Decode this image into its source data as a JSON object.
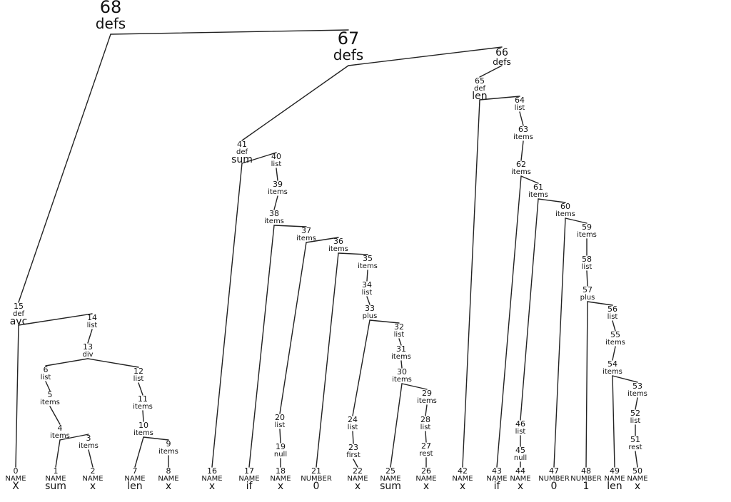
{
  "nodes": [
    {
      "id": "68",
      "kind": "defs"
    },
    {
      "id": "67",
      "kind": "defs"
    },
    {
      "id": "66",
      "kind": "defs"
    },
    {
      "id": "15",
      "kind": "def",
      "value": "avc"
    },
    {
      "id": "14",
      "kind": "list"
    },
    {
      "id": "13",
      "kind": "div"
    },
    {
      "id": "6",
      "kind": "list"
    },
    {
      "id": "5",
      "kind": "items"
    },
    {
      "id": "4",
      "kind": "items"
    },
    {
      "id": "3",
      "kind": "items"
    },
    {
      "id": "12",
      "kind": "list"
    },
    {
      "id": "11",
      "kind": "items"
    },
    {
      "id": "10",
      "kind": "items"
    },
    {
      "id": "9",
      "kind": "items"
    },
    {
      "id": "0",
      "kind": "NAME",
      "value": "X"
    },
    {
      "id": "1",
      "kind": "NAME",
      "value": "sum"
    },
    {
      "id": "2",
      "kind": "NAME",
      "value": "x"
    },
    {
      "id": "7",
      "kind": "NAME",
      "value": "len"
    },
    {
      "id": "8",
      "kind": "NAME",
      "value": "x"
    },
    {
      "id": "41",
      "kind": "def",
      "value": "sum"
    },
    {
      "id": "40",
      "kind": "list"
    },
    {
      "id": "39",
      "kind": "items"
    },
    {
      "id": "38",
      "kind": "items"
    },
    {
      "id": "37",
      "kind": "items"
    },
    {
      "id": "36",
      "kind": "items"
    },
    {
      "id": "35",
      "kind": "items"
    },
    {
      "id": "34",
      "kind": "list"
    },
    {
      "id": "33",
      "kind": "plus"
    },
    {
      "id": "32",
      "kind": "list"
    },
    {
      "id": "31",
      "kind": "items"
    },
    {
      "id": "30",
      "kind": "items"
    },
    {
      "id": "29",
      "kind": "items"
    },
    {
      "id": "28",
      "kind": "list"
    },
    {
      "id": "27",
      "kind": "rest"
    },
    {
      "id": "20",
      "kind": "list"
    },
    {
      "id": "19",
      "kind": "null"
    },
    {
      "id": "24",
      "kind": "list"
    },
    {
      "id": "23",
      "kind": "first"
    },
    {
      "id": "16",
      "kind": "NAME",
      "value": "x"
    },
    {
      "id": "17",
      "kind": "NAME",
      "value": "if"
    },
    {
      "id": "18",
      "kind": "NAME",
      "value": "x"
    },
    {
      "id": "21",
      "kind": "NUMBER",
      "value": "0"
    },
    {
      "id": "22",
      "kind": "NAME",
      "value": "x"
    },
    {
      "id": "25",
      "kind": "NAME",
      "value": "sum"
    },
    {
      "id": "26",
      "kind": "NAME",
      "value": "x"
    },
    {
      "id": "65",
      "kind": "def",
      "value": "len"
    },
    {
      "id": "64",
      "kind": "list"
    },
    {
      "id": "63",
      "kind": "items"
    },
    {
      "id": "62",
      "kind": "items"
    },
    {
      "id": "61",
      "kind": "items"
    },
    {
      "id": "60",
      "kind": "items"
    },
    {
      "id": "59",
      "kind": "items"
    },
    {
      "id": "58",
      "kind": "list"
    },
    {
      "id": "57",
      "kind": "plus"
    },
    {
      "id": "56",
      "kind": "list"
    },
    {
      "id": "55",
      "kind": "items"
    },
    {
      "id": "54",
      "kind": "items"
    },
    {
      "id": "53",
      "kind": "items"
    },
    {
      "id": "52",
      "kind": "list"
    },
    {
      "id": "51",
      "kind": "rest"
    },
    {
      "id": "46",
      "kind": "list"
    },
    {
      "id": "45",
      "kind": "null"
    },
    {
      "id": "42",
      "kind": "NAME",
      "value": "x"
    },
    {
      "id": "43",
      "kind": "NAME",
      "value": "if"
    },
    {
      "id": "44",
      "kind": "NAME",
      "value": "x"
    },
    {
      "id": "47",
      "kind": "NUMBER",
      "value": "0"
    },
    {
      "id": "48",
      "kind": "NUMBER",
      "value": "1"
    },
    {
      "id": "49",
      "kind": "NAME",
      "value": "len"
    },
    {
      "id": "50",
      "kind": "NAME",
      "value": "x"
    }
  ],
  "edges": [
    [
      "68",
      "15"
    ],
    [
      "68",
      "67"
    ],
    [
      "67",
      "41"
    ],
    [
      "67",
      "66"
    ],
    [
      "66",
      "65"
    ],
    [
      "15",
      "0"
    ],
    [
      "15",
      "14"
    ],
    [
      "14",
      "13"
    ],
    [
      "13",
      "6"
    ],
    [
      "13",
      "12"
    ],
    [
      "6",
      "5"
    ],
    [
      "5",
      "4"
    ],
    [
      "4",
      "1"
    ],
    [
      "4",
      "3"
    ],
    [
      "3",
      "2"
    ],
    [
      "12",
      "11"
    ],
    [
      "11",
      "10"
    ],
    [
      "10",
      "7"
    ],
    [
      "10",
      "9"
    ],
    [
      "9",
      "8"
    ],
    [
      "41",
      "16"
    ],
    [
      "41",
      "40"
    ],
    [
      "40",
      "39"
    ],
    [
      "39",
      "38"
    ],
    [
      "38",
      "17"
    ],
    [
      "38",
      "37"
    ],
    [
      "37",
      "20"
    ],
    [
      "37",
      "36"
    ],
    [
      "20",
      "19"
    ],
    [
      "19",
      "18"
    ],
    [
      "36",
      "21"
    ],
    [
      "36",
      "35"
    ],
    [
      "35",
      "34"
    ],
    [
      "34",
      "33"
    ],
    [
      "33",
      "24"
    ],
    [
      "33",
      "32"
    ],
    [
      "24",
      "23"
    ],
    [
      "23",
      "22"
    ],
    [
      "32",
      "31"
    ],
    [
      "31",
      "30"
    ],
    [
      "30",
      "25"
    ],
    [
      "30",
      "29"
    ],
    [
      "29",
      "28"
    ],
    [
      "28",
      "27"
    ],
    [
      "27",
      "26"
    ],
    [
      "65",
      "42"
    ],
    [
      "65",
      "64"
    ],
    [
      "64",
      "63"
    ],
    [
      "63",
      "62"
    ],
    [
      "62",
      "43"
    ],
    [
      "62",
      "61"
    ],
    [
      "61",
      "46"
    ],
    [
      "61",
      "60"
    ],
    [
      "46",
      "45"
    ],
    [
      "45",
      "44"
    ],
    [
      "60",
      "47"
    ],
    [
      "60",
      "59"
    ],
    [
      "59",
      "58"
    ],
    [
      "58",
      "57"
    ],
    [
      "57",
      "48"
    ],
    [
      "57",
      "56"
    ],
    [
      "56",
      "55"
    ],
    [
      "55",
      "54"
    ],
    [
      "54",
      "49"
    ],
    [
      "54",
      "53"
    ],
    [
      "53",
      "52"
    ],
    [
      "52",
      "51"
    ],
    [
      "51",
      "50"
    ]
  ]
}
